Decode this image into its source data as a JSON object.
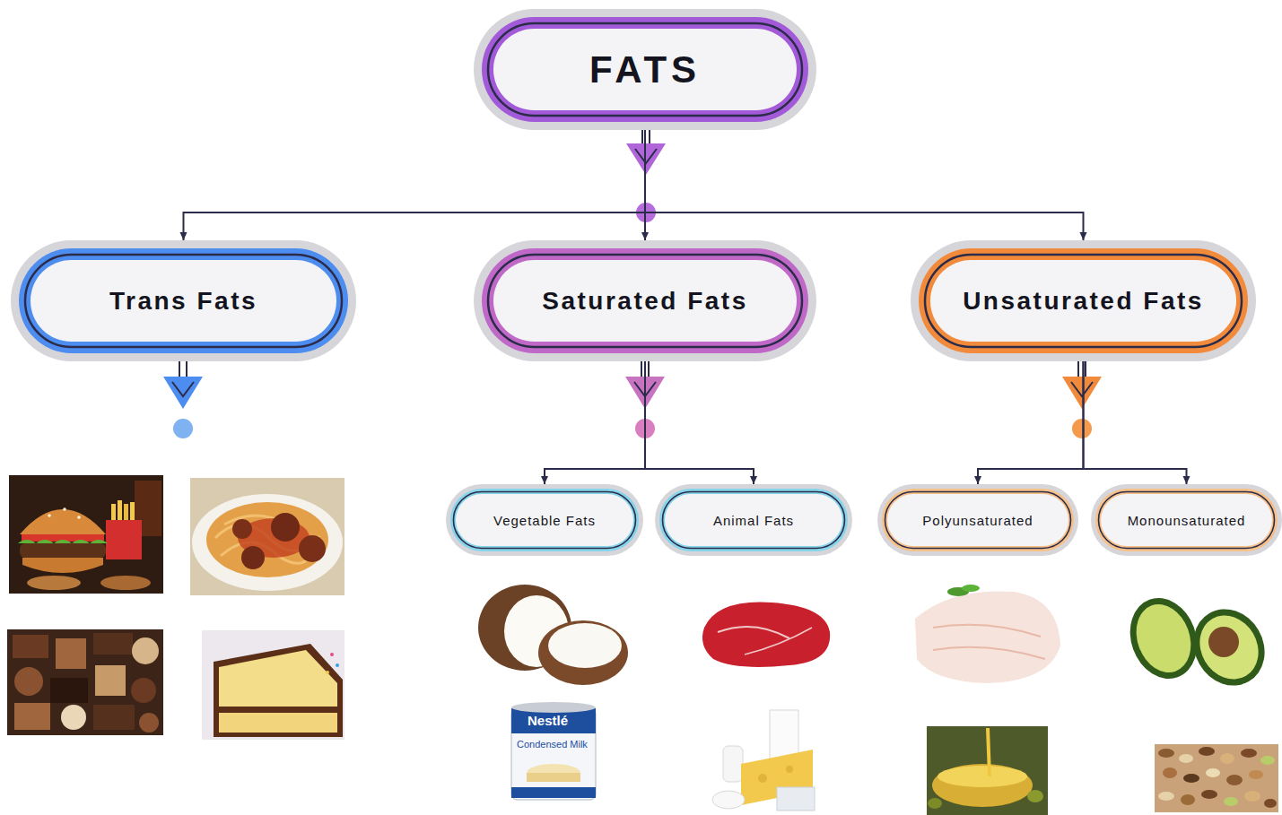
{
  "diagram": {
    "nodes": [
      {
        "text": [
          "FATS"
        ]
      },
      {
        "text": [
          "Trans Fats"
        ]
      },
      {
        "text": [
          "Saturated Fats"
        ]
      },
      {
        "text": [
          "Unsaturated Fats"
        ]
      },
      {
        "text": [
          "Vegetable Fats"
        ]
      },
      {
        "text": [
          "Animal Fats"
        ]
      },
      {
        "text": [
          "Polyunsaturated"
        ]
      },
      {
        "text": [
          "Monounsaturated"
        ]
      }
    ],
    "edges": [
      {
        "from": 0,
        "to": 1,
        "arrow": "to"
      },
      {
        "from": 0,
        "to": 2,
        "arrow": "to"
      },
      {
        "from": 0,
        "to": 3,
        "arrow": "to"
      },
      {
        "from": 2,
        "to": 4,
        "arrow": "to"
      },
      {
        "from": 2,
        "to": 5,
        "arrow": "to"
      },
      {
        "from": 3,
        "to": 6,
        "arrow": "to"
      },
      {
        "from": 3,
        "to": 7,
        "arrow": "to"
      }
    ],
    "labels": [
      "Nestlé",
      "Condensed Milk"
    ]
  }
}
